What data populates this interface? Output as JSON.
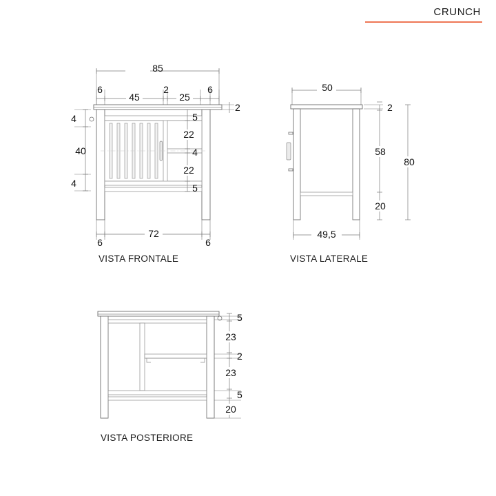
{
  "header": {
    "brand": "CRUNCH",
    "accent_color": "#E8491D",
    "rule_color": "#E8491D"
  },
  "document": {
    "background": "#FFFFFF",
    "line_color": "#6E6E6E",
    "dim_color": "#7A7A7A",
    "text_color": "#111111",
    "units": "cm"
  },
  "views": [
    {
      "id": "front",
      "label": "VISTA FRONTALE",
      "overall_width": "85",
      "top_chain": [
        "6",
        "45",
        "2",
        "25",
        "6"
      ],
      "bottom_overall": "72",
      "bottom_chain": [
        "6",
        "72",
        "6"
      ],
      "left_chain": [
        "4",
        "40",
        "4"
      ],
      "right_chain": [
        "5",
        "22",
        "4",
        "22",
        "5"
      ],
      "top_thickness": "2",
      "slat_count": 7,
      "has_hinge": true,
      "has_handle": true
    },
    {
      "id": "side",
      "label": "VISTA LATERALE",
      "top_width": "50",
      "bottom_width": "49,5",
      "right_chain": [
        "2",
        "58",
        "20"
      ],
      "overall_height": "80",
      "has_handle": true
    },
    {
      "id": "rear",
      "label": "VISTA POSTERIORE",
      "right_chain": [
        "5",
        "23",
        "2",
        "23",
        "5",
        "20"
      ],
      "has_hinge": true
    }
  ],
  "dimensions": {
    "front_width_total": "85",
    "front_leg_left": "6",
    "front_door": "45",
    "front_gap": "2",
    "front_panel": "25",
    "front_leg_right": "6",
    "front_top_thickness": "2",
    "front_left_top": "4",
    "front_left_mid": "40",
    "front_left_bottom": "4",
    "front_right_a": "5",
    "front_right_b": "22",
    "front_right_c": "4",
    "front_right_d": "22",
    "front_right_e": "5",
    "front_bottom_inner": "72",
    "front_bottom_left": "6",
    "front_bottom_right": "6",
    "side_top": "50",
    "side_bottom": "49,5",
    "side_thickness": "2",
    "side_body": "58",
    "side_legs": "20",
    "side_total": "80",
    "rear_a": "5",
    "rear_b": "23",
    "rear_c": "2",
    "rear_d": "23",
    "rear_e": "5",
    "rear_f": "20"
  }
}
